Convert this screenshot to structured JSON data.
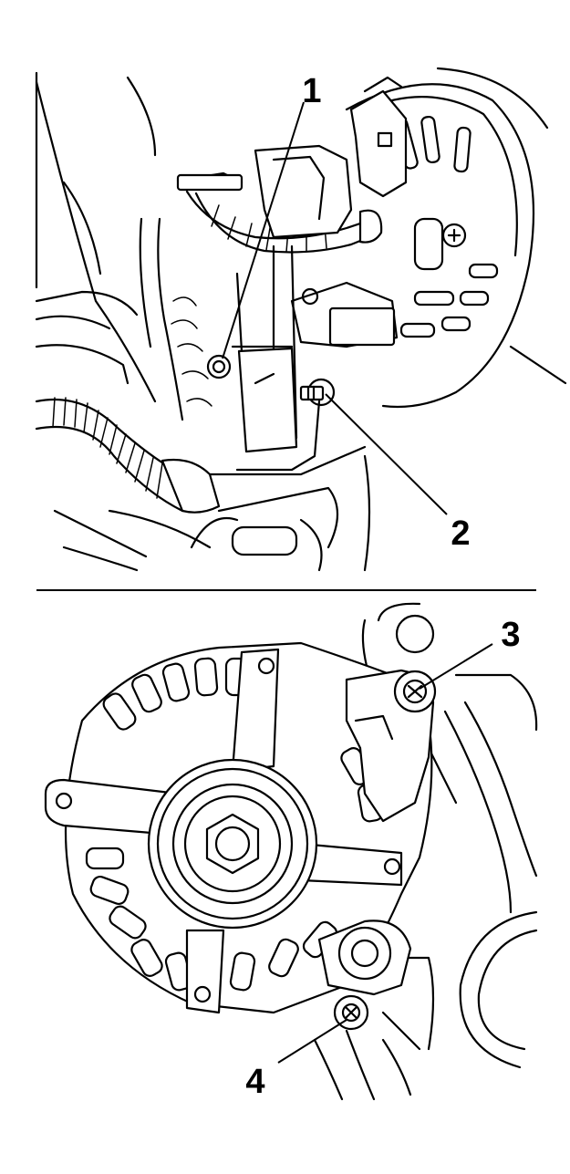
{
  "figure_top": {
    "callouts": [
      {
        "label": "1"
      },
      {
        "label": "2"
      }
    ]
  },
  "figure_bottom": {
    "callouts": [
      {
        "label": "3"
      },
      {
        "label": "4"
      }
    ]
  }
}
